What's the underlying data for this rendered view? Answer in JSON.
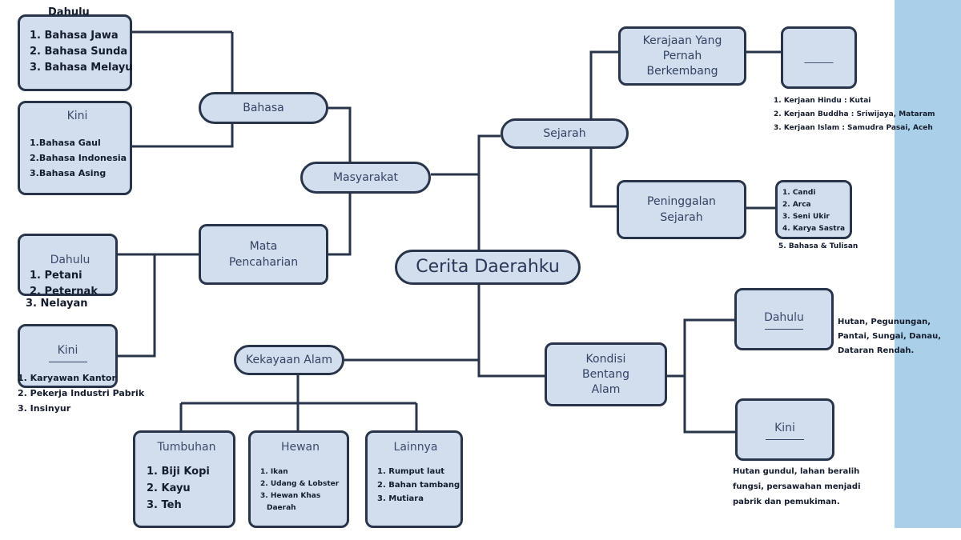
{
  "top_caption": "Dahulu",
  "center": "Cerita Daerahku",
  "masyarakat": {
    "label": "Masyarakat",
    "bahasa": {
      "label": "Bahasa",
      "dahulu_items": [
        "1. Bahasa Jawa",
        "2. Bahasa Sunda",
        "3. Bahasa Melayu"
      ],
      "kini_title": "Kini",
      "kini_items": [
        "1.Bahasa Gaul",
        "2.Bahasa Indonesia",
        "3.Bahasa Asing"
      ]
    },
    "mata": {
      "label_line1": "Mata",
      "label_line2": "Pencaharian",
      "dahulu_title": "Dahulu",
      "dahulu_items": [
        "1. Petani",
        "2. Peternak",
        "3. Nelayan"
      ],
      "kini_title": "Kini",
      "kini_items": [
        "1. Karyawan Kantor",
        "2. Pekerja Industri Pabrik",
        "3. Insinyur"
      ]
    }
  },
  "sejarah": {
    "label": "Sejarah",
    "kerajaan": {
      "label_line1": "Kerajaan Yang",
      "label_line2": "Pernah",
      "label_line3": "Berkembang",
      "answer_blank": "______",
      "items": [
        "1. Kerjaan Hindu : Kutai",
        "2. Kerjaan Buddha : Sriwijaya, Mataram",
        "3. Kerjaan Islam : Samudra Pasai, Aceh"
      ]
    },
    "peninggalan": {
      "label_line1": "Peninggalan",
      "label_line2": "Sejarah",
      "items": [
        "1. Candi",
        "2. Arca",
        "3. Seni Ukir",
        "4. Karya Sastra",
        "5. Bahasa & Tulisan"
      ]
    }
  },
  "kondisi": {
    "label_line1": "Kondisi",
    "label_line2": "Bentang",
    "label_line3": "Alam",
    "dahulu_title": "Dahulu",
    "dahulu_text": [
      "Hutan, Pegunungan,",
      "Pantai, Sungai, Danau,",
      "Dataran Rendah."
    ],
    "kini_title": "Kini",
    "kini_text": [
      "Hutan gundul, lahan beralih",
      "fungsi, persawahan menjadi",
      "pabrik dan pemukiman."
    ]
  },
  "kekayaan": {
    "label": "Kekayaan Alam",
    "tumbuhan": {
      "title": "Tumbuhan",
      "items": [
        "1. Biji Kopi",
        "2. Kayu",
        "3. Teh"
      ]
    },
    "hewan": {
      "title": "Hewan",
      "items": [
        "1. Ikan",
        "2. Udang & Lobster",
        "3. Hewan Khas",
        "Daerah"
      ]
    },
    "lainnya": {
      "title": "Lainnya",
      "items": [
        "1. Rumput laut",
        "2. Bahan tambang",
        "3. Mutiara"
      ]
    }
  }
}
